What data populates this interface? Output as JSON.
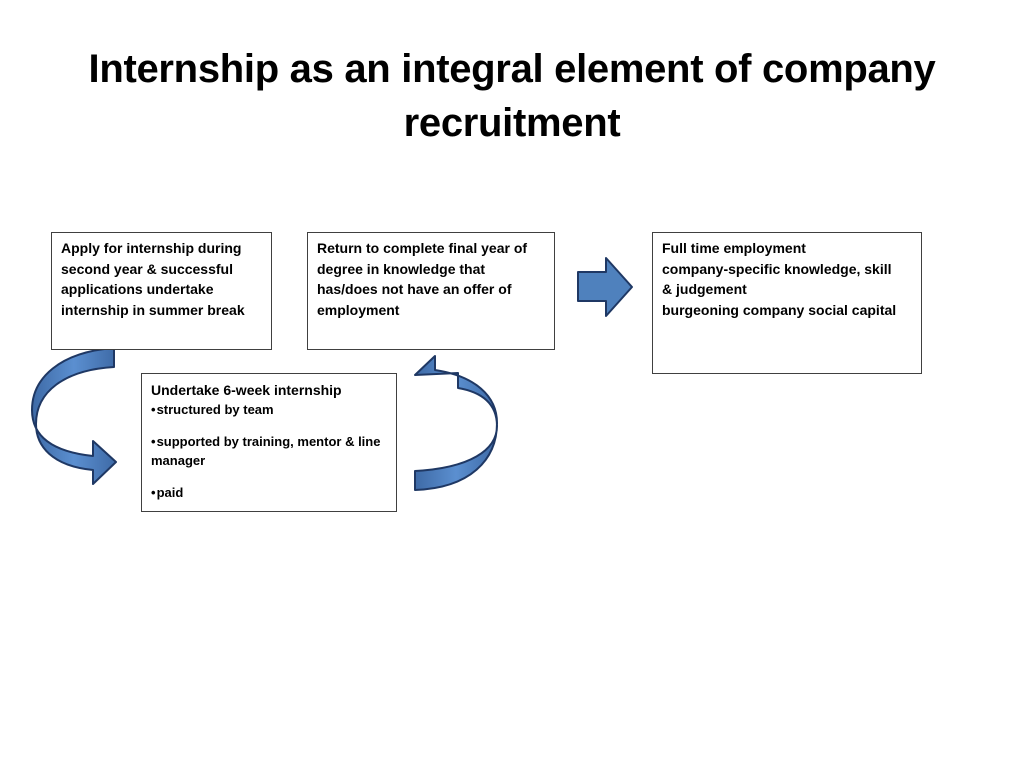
{
  "title": "Internship as an integral element of company recruitment",
  "boxes": {
    "apply": {
      "lines": [
        "Apply for internship during",
        "second year & successful",
        "applications undertake",
        "internship in summer break"
      ]
    },
    "return": {
      "lines": [
        "Return to complete final year of",
        "degree in knowledge that",
        "has/does not have an offer of",
        "employment"
      ]
    },
    "full_time": {
      "lines": [
        "Full time employment",
        "company-specific knowledge, skill",
        "& judgement",
        "burgeoning company social capital"
      ]
    },
    "internship": {
      "heading": "Undertake 6-week internship",
      "bullets": [
        "structured by team",
        "supported by training, mentor & line manager",
        "paid"
      ]
    }
  },
  "colors": {
    "arrow_fill": "#4f81bd",
    "arrow_stroke": "#1f3864"
  }
}
